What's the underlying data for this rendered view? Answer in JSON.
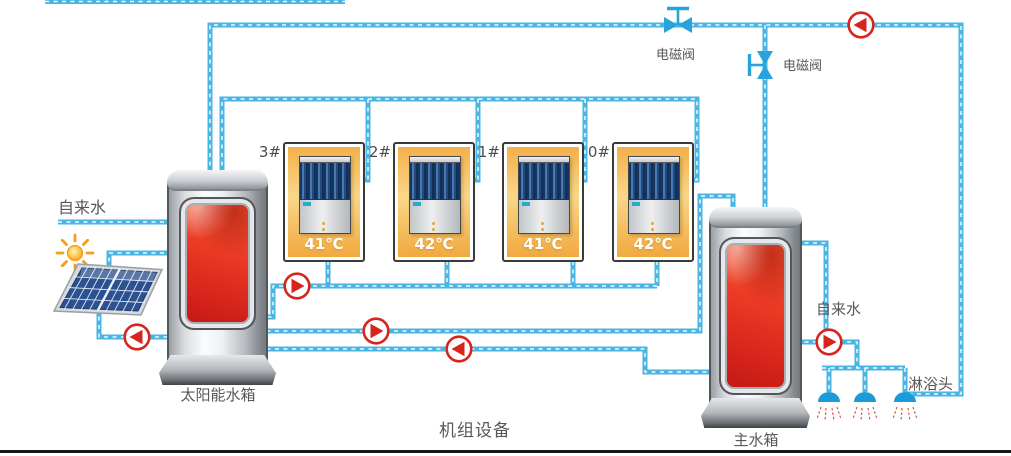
{
  "labels": {
    "tap_water_left": "自来水",
    "solar_tank": "太阳能水箱",
    "unit_equipment": "机组设备",
    "main_tank": "主水箱",
    "tap_water_right": "自来水",
    "shower_head": "淋浴头",
    "solenoid_valve_1": "电磁阀",
    "solenoid_valve_2": "电磁阀"
  },
  "units": [
    {
      "id": "3#",
      "temp": "41℃"
    },
    {
      "id": "2#",
      "temp": "42℃"
    },
    {
      "id": "1#",
      "temp": "41℃"
    },
    {
      "id": "0#",
      "temp": "42℃"
    }
  ],
  "colors": {
    "pipe_cyan": "#4AB5E2",
    "pump_red": "#D7251C",
    "valve_blue": "#29A3DC",
    "tank_red": "#E93521",
    "unit_orange": "#F6BD55",
    "shower_blue": "#1B9CD8",
    "text_gray": "#595757"
  }
}
